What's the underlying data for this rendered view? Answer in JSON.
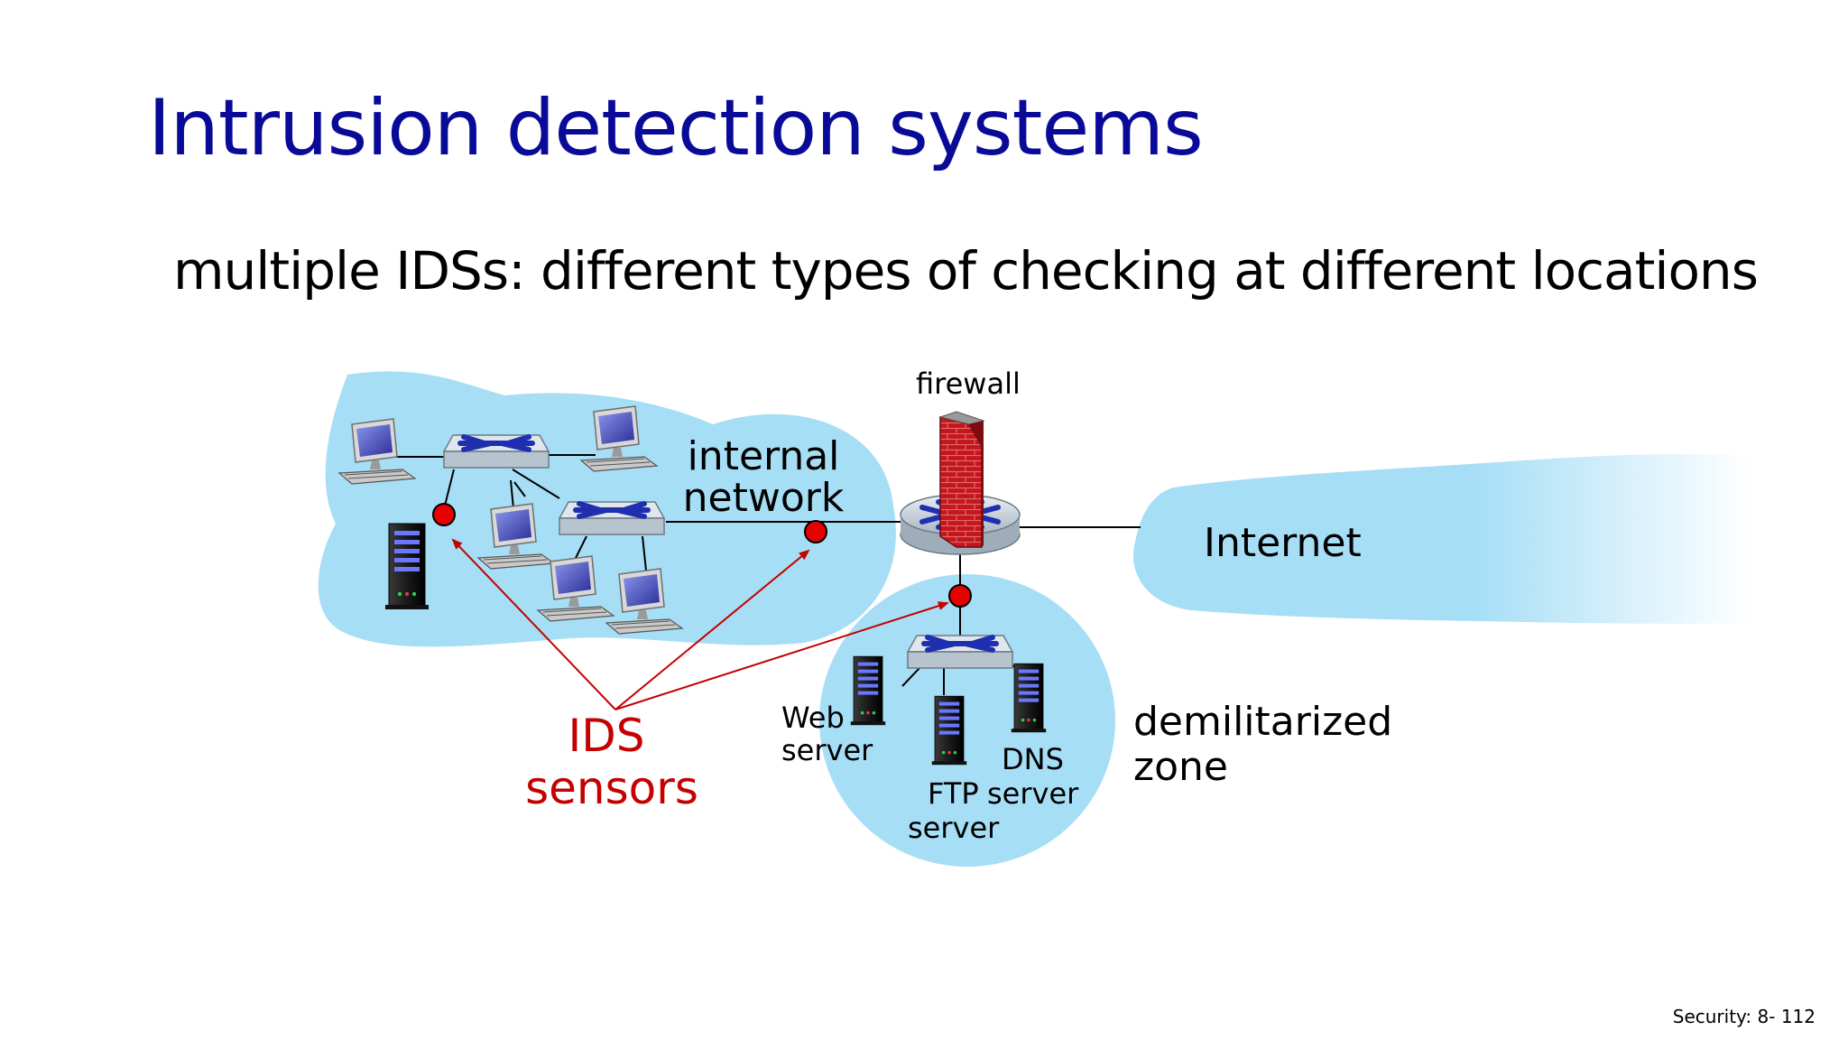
{
  "slide": {
    "title": "Intrusion detection systems",
    "subtitle": "multiple IDSs: different types of checking at different locations",
    "footer": "Security: 8- 112"
  },
  "diagram": {
    "labels": {
      "firewall": "firewall",
      "internal_line1": "internal",
      "internal_line2": "network",
      "internet": "Internet",
      "ids_line1": "IDS",
      "ids_line2": "sensors",
      "web_line1": "Web",
      "web_line2": "server",
      "dns_line1": "DNS",
      "dns_line2": "server",
      "ftp_line1": "FTP",
      "ftp_line2": "server",
      "dmz_line1": "demilitarized",
      "dmz_line2": "zone"
    }
  },
  "colors": {
    "title": "#0a0a99",
    "text": "#000000",
    "ids": "#c40000",
    "cloud": "#a6def6",
    "sensor": "#e60000",
    "firewall_brick": "#b8161c",
    "switch_arrow": "#1f2fb0"
  },
  "icons": [
    "firewall-icon",
    "router-icon",
    "switch-icon",
    "desktop-icon",
    "server-icon",
    "ids-sensor-dot"
  ]
}
